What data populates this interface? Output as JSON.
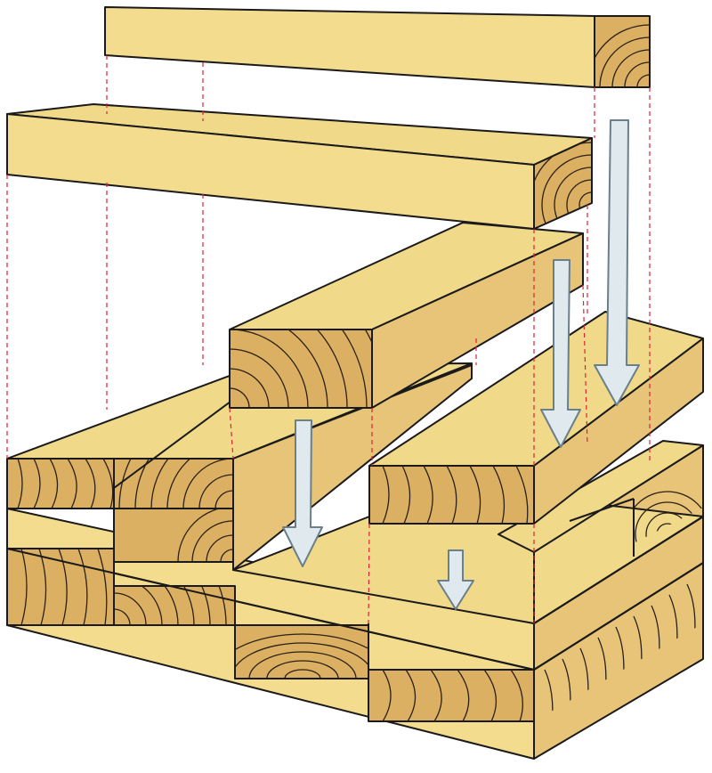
{
  "diagram": {
    "subject": "cross-laminated-timber-assembly",
    "labels": [],
    "colors": {
      "background": "#ffffff",
      "top_face": "#f1d98a",
      "side_face": "#e7c477",
      "end_grain": "#dcb062",
      "outline": "#1a1a1a",
      "grain": "#2a2016",
      "guide_line": "#e0203a",
      "arrow_fill": "#dfe9ee",
      "arrow_stroke": "#6a7f8c"
    },
    "components": {
      "boards": [
        "top-board",
        "second-board",
        "middle-board",
        "base-top-layer",
        "base-middle-layer",
        "base-bottom-layer"
      ],
      "arrows": [
        "arrow-large",
        "arrow-medium",
        "arrow-left",
        "arrow-small"
      ]
    }
  }
}
